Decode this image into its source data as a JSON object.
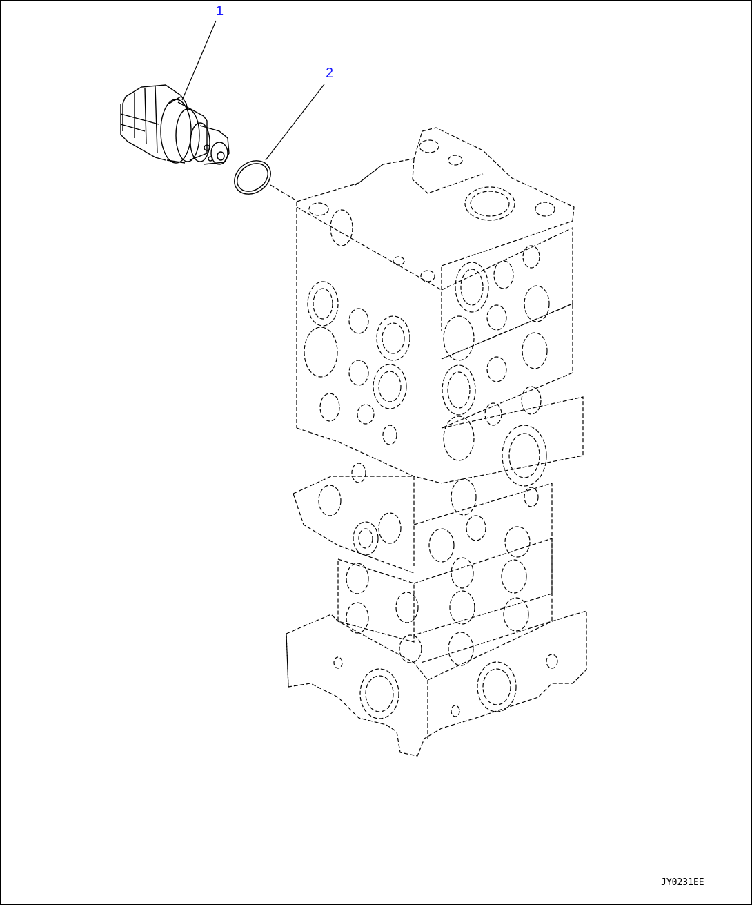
{
  "diagram": {
    "callouts": [
      {
        "number": "1",
        "part": "valve-cartridge"
      },
      {
        "number": "2",
        "part": "o-ring"
      }
    ],
    "figure_code": "JY0231EE",
    "colors": {
      "callout": "#1a1aff",
      "line": "#000000",
      "background": "#ffffff"
    }
  }
}
